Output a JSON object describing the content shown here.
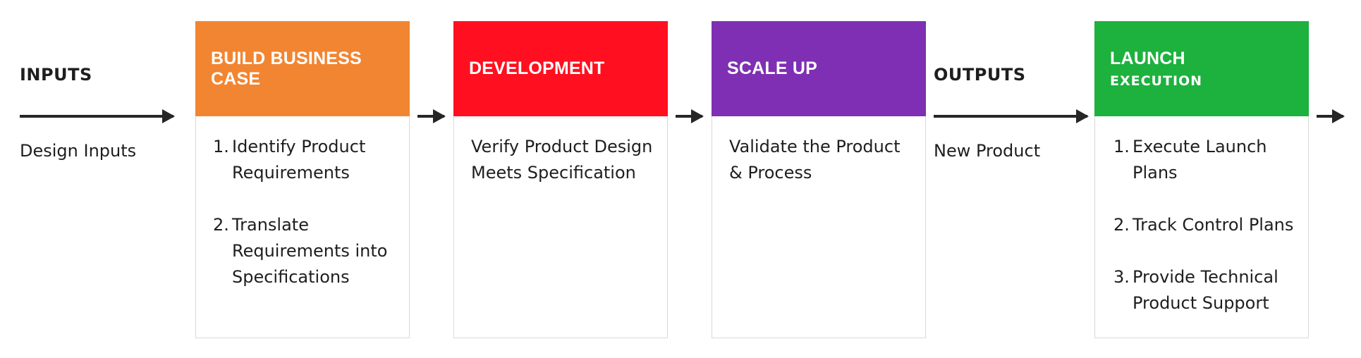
{
  "inputs": {
    "label": "INPUTS",
    "text": "Design Inputs"
  },
  "outputs": {
    "label": "OUTPUTS",
    "text": "New Product"
  },
  "stages": [
    {
      "title": "BUILD BUSINESS CASE",
      "color": "#F28531",
      "items": [
        "Identify Product Requirements",
        "Translate Requirements into Specifications"
      ]
    },
    {
      "title": "DEVELOPMENT",
      "color": "#FF0F1F",
      "text": "Verify Product Design Meets Specification"
    },
    {
      "title": "SCALE UP",
      "color": "#7F2FB3",
      "text": "Validate the Product & Process"
    },
    {
      "title": "LAUNCH",
      "subtitle": "EXECUTION",
      "color": "#1DB13E",
      "items": [
        "Execute Launch Plans",
        "Track Control Plans",
        "Provide Technical Product Support"
      ]
    }
  ],
  "colors": {
    "arrow": "#262626",
    "text": "#1E1E1E",
    "border": "#D9D9D9"
  }
}
